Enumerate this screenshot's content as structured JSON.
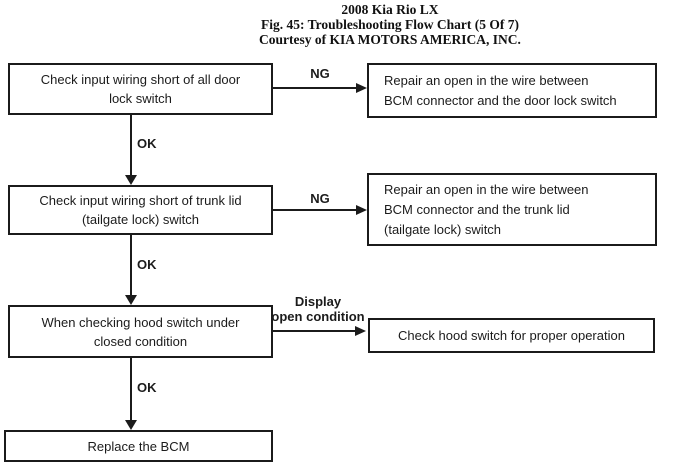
{
  "header": {
    "title": "2008 Kia Rio LX",
    "figure_caption": "Fig. 45: Troubleshooting Flow Chart (5 Of 7)",
    "courtesy": "Courtesy of KIA MOTORS AMERICA, INC."
  },
  "flowchart": {
    "steps": [
      {
        "lines": [
          "Check input wiring short of all door",
          "lock switch"
        ]
      },
      {
        "lines": [
          "Check input wiring short of trunk lid",
          "(tailgate lock) switch"
        ]
      },
      {
        "lines": [
          "When checking hood switch under",
          "closed condition"
        ]
      },
      {
        "lines": [
          "Replace the BCM"
        ]
      }
    ],
    "results": [
      {
        "lines": [
          "Repair an open in the wire between",
          "BCM connector and the door lock switch"
        ]
      },
      {
        "lines": [
          "Repair an open in the wire between",
          "BCM connector and the trunk lid",
          "(tailgate lock) switch"
        ]
      },
      {
        "lines": [
          "Check hood switch for proper operation"
        ]
      }
    ],
    "edge_labels": {
      "ng1": "NG",
      "ng2": "NG",
      "ok1": "OK",
      "ok2": "OK",
      "ok3": "OK",
      "display_line1": "Display",
      "display_line2": "open condition"
    }
  },
  "colors": {
    "ink": "#1b1b1b",
    "background": "#ffffff"
  }
}
